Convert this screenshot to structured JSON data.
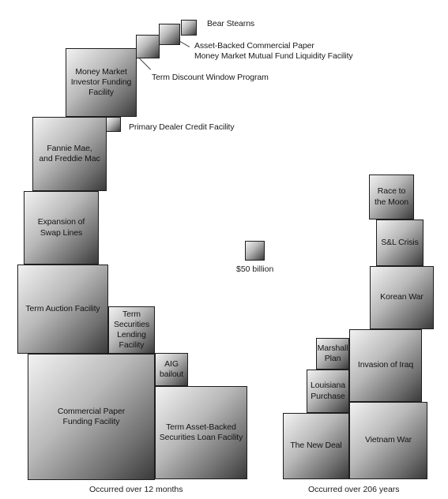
{
  "left_group": {
    "caption": "Occurred over 12 months",
    "items": {
      "bear_stearns": "Bear Stearns",
      "abcp": "Asset-Backed Commercial Paper\nMoney Market Mutual Fund Liquidity Facility",
      "term_discount": "Term Discount Window Program",
      "mmiff": "Money Market\nInvestor Funding\nFacility",
      "pdcf": "Primary Dealer Credit Facility",
      "fannie": "Fannie Mae,\nand Freddie Mac",
      "swap": "Expansion of\nSwap Lines",
      "taf": "Term Auction Facility",
      "tslf": "Term\nSecurities\nLending\nFacility",
      "aig": "AIG\nbailout",
      "cpff": "Commercial Paper\nFunding Facility",
      "talf": "Term Asset-Backed\nSecurities Loan Facility"
    }
  },
  "legend": {
    "label": "$50 billion"
  },
  "right_group": {
    "caption": "Occurred over 206 years",
    "items": {
      "moon": "Race to\nthe Moon",
      "sl": "S&L Crisis",
      "korea": "Korean War",
      "marshall": "Marshall\nPlan",
      "iraq": "Invasion of Iraq",
      "louisiana": "Louisiana\nPurchase",
      "new_deal": "The New Deal",
      "vietnam": "Vietnam War"
    }
  }
}
